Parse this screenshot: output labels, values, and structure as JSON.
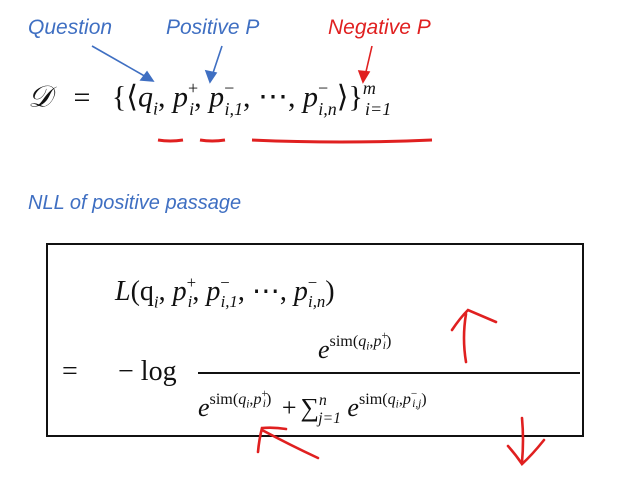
{
  "labels": {
    "question": "Question",
    "positive": "Positive P",
    "negative": "Negative P",
    "nll_title": "NLL of positive passage"
  },
  "dataset_eq": {
    "lhs": "𝒟",
    "eq": "=",
    "open": "{⟨",
    "q": "q",
    "q_sub": "i",
    "p": "p",
    "p_sub": "i",
    "p_sup": "+",
    "pn1_sub": "i,1",
    "pn_sup": "−",
    "dots": "⋯",
    "pnn_sub": "i,n",
    "close": "⟩}",
    "range_sup": "m",
    "range_sub": "i=1"
  },
  "loss_eq": {
    "L": "L",
    "args": "(q",
    "q_sub": "i",
    "p_sup": "+",
    "p_sub": "i",
    "pn1_sub": "i,1",
    "pn_sup": "−",
    "dots": "⋯",
    "pnn_sub": "i,n",
    "close": ")",
    "eq": "=",
    "neglog": "− log",
    "e": "e",
    "sim": "sim",
    "sum": "∑",
    "sum_sup": "n",
    "sum_sub": "j=1",
    "pnj_sub": "i,j",
    "plus": "+"
  },
  "colors": {
    "blue": "#3f6fc2",
    "red": "#e02020",
    "ink": "#111111"
  }
}
